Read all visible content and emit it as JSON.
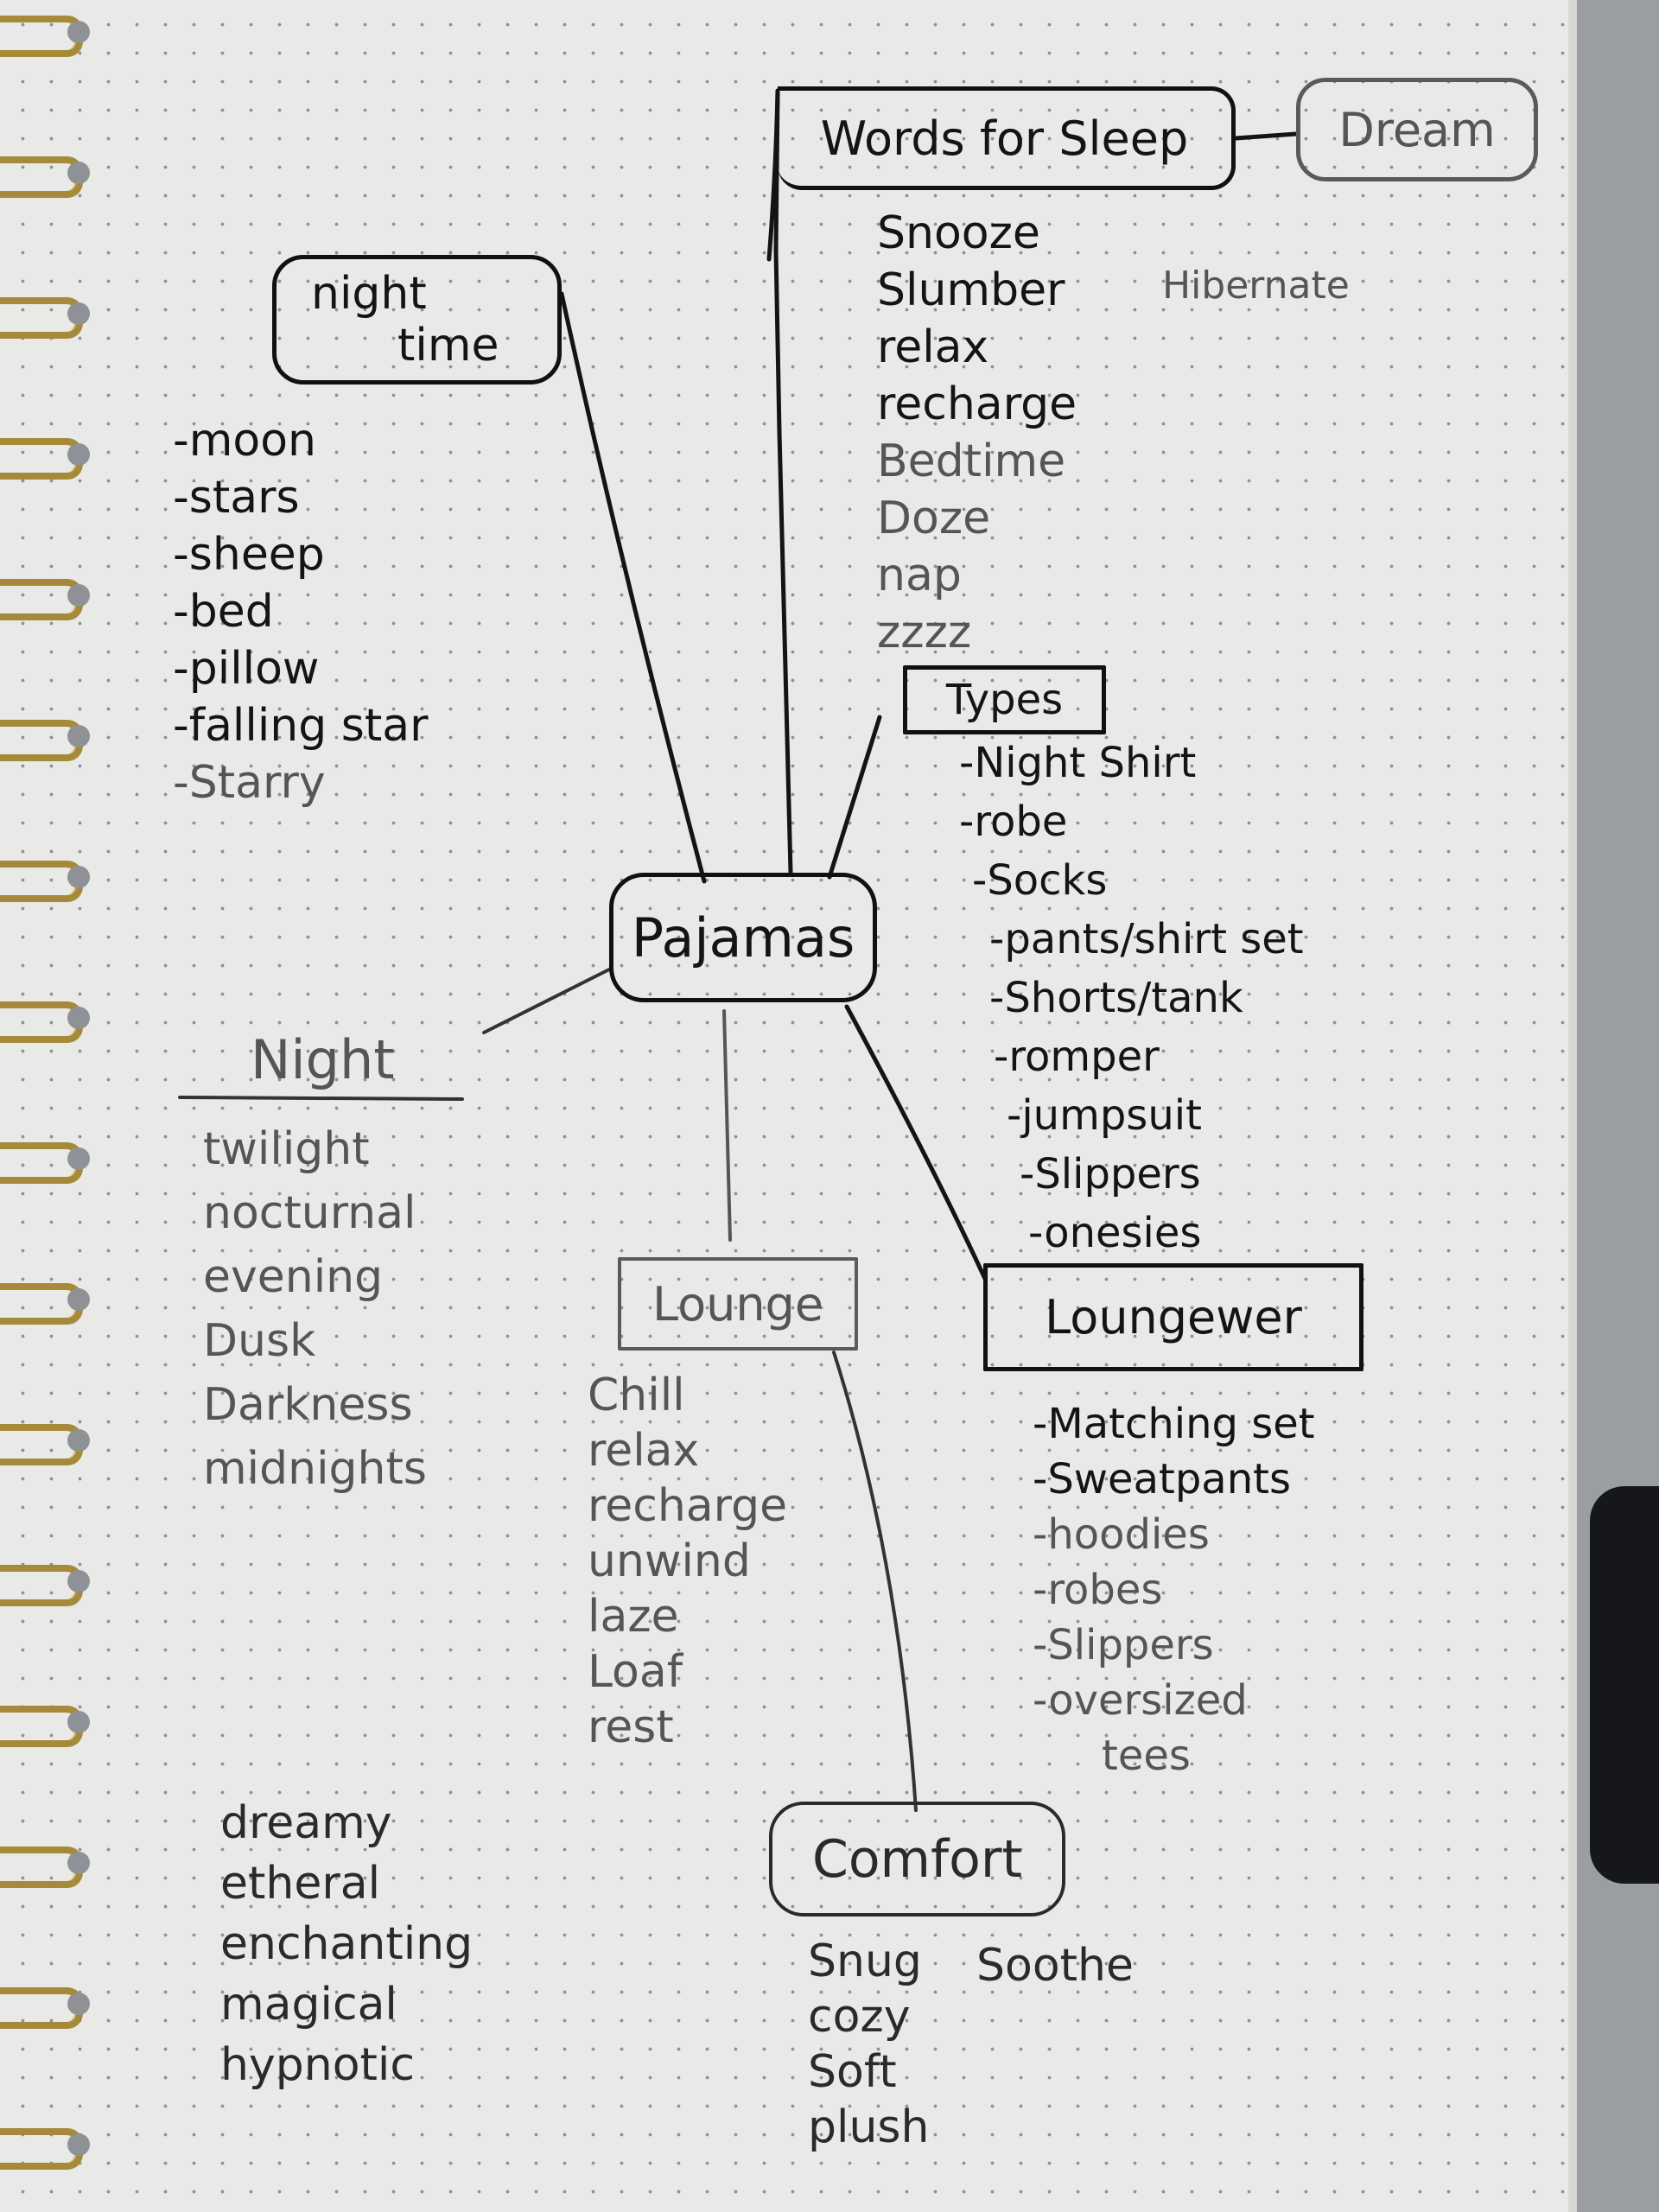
{
  "central": "Pajamas",
  "words_for_sleep": {
    "title": "Words for Sleep",
    "extra": "Dream",
    "items": [
      "Snooze",
      "Slumber",
      "relax",
      "recharge",
      "Bedtime",
      "Doze",
      "nap",
      "zzzz"
    ],
    "side_item": "Hibernate"
  },
  "types": {
    "title": "Types",
    "items": [
      "-Night Shirt",
      "-robe",
      "-Socks",
      "-pants/shirt set",
      "-Shorts/tank",
      "-romper",
      "-jumpsuit",
      "-Slippers",
      "-onesies"
    ]
  },
  "loungewear": {
    "title": "Loungewer",
    "items": [
      "-Matching set",
      "-Sweatpants",
      "-hoodies",
      "-robes",
      "-Slippers",
      "-oversized",
      "tees"
    ]
  },
  "night_time": {
    "title_line1": "night",
    "title_line2": "time",
    "items": [
      "-moon",
      "-stars",
      "-sheep",
      "-bed",
      "-pillow",
      "-falling star",
      "-Starry"
    ]
  },
  "night": {
    "title": "Night",
    "items": [
      "twilight",
      "nocturnal",
      "evening",
      "Dusk",
      "Darkness",
      "midnights"
    ]
  },
  "lounge": {
    "title": "Lounge",
    "items": [
      "Chill",
      "relax",
      "recharge",
      "unwind",
      "laze",
      "Loaf",
      "rest"
    ]
  },
  "comfort": {
    "title": "Comfort",
    "items": [
      "Snug",
      "cozy",
      "Soft",
      "plush"
    ],
    "side_item": "Soothe"
  },
  "dreamy": {
    "items": [
      "dreamy",
      "etheral",
      "enchanting",
      "magical",
      "hypnotic"
    ]
  },
  "colors": {
    "ink": "#141414",
    "pencil": "#555555",
    "paper": "#e9e9e7",
    "ring": "#a58a3a"
  }
}
